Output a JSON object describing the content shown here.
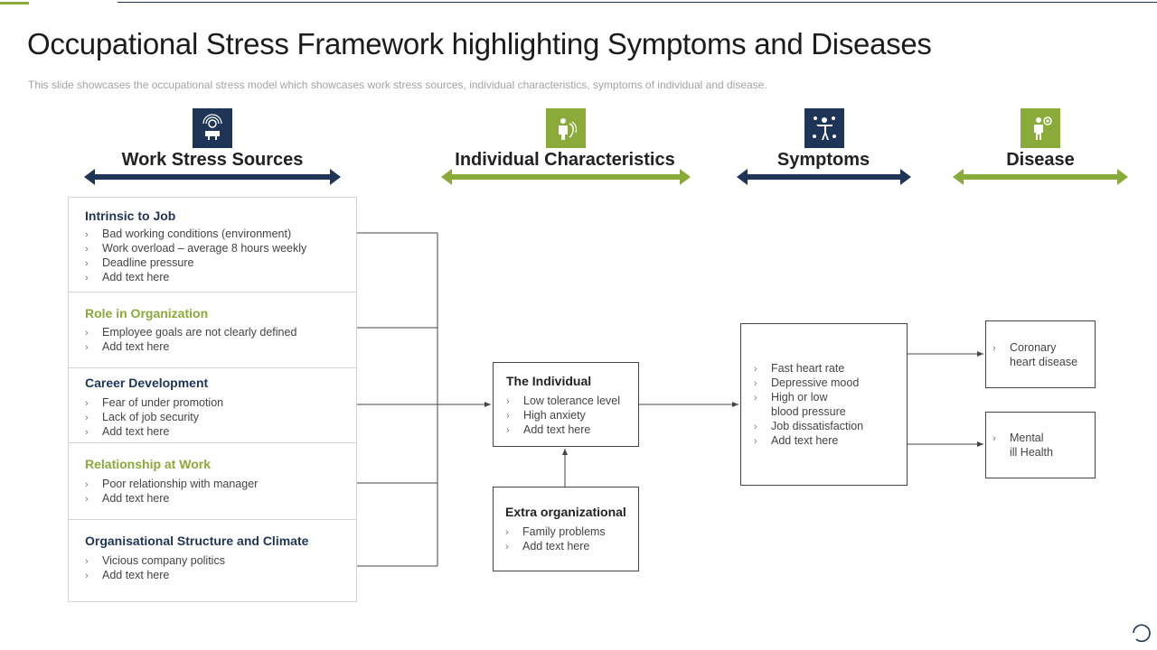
{
  "title": "Occupational Stress Framework highlighting Symptoms and Diseases",
  "subtitle": "This slide showcases the occupational stress model which showcases work stress sources, individual characteristics, symptoms of individual and disease.",
  "colors": {
    "navy": "#1f3557",
    "green": "#8aaa3a"
  },
  "columns": [
    {
      "label": "Work Stress Sources",
      "icon": "work-stress-icon",
      "color": "#1f3557"
    },
    {
      "label": "Individual Characteristics",
      "icon": "individual-icon",
      "color": "#8aaa3a"
    },
    {
      "label": "Symptoms",
      "icon": "symptoms-icon",
      "color": "#1f3557"
    },
    {
      "label": "Disease",
      "icon": "disease-icon",
      "color": "#8aaa3a"
    }
  ],
  "sources": [
    {
      "title": "Intrinsic to Job",
      "color": "navy",
      "items": [
        "Bad working conditions (environment)",
        "Work overload  –  average  8 hours weekly",
        "Deadline  pressure",
        "Add text here"
      ]
    },
    {
      "title": "Role in Organization",
      "color": "green",
      "items": [
        "Employee goals are not clearly defined",
        "Add text here"
      ]
    },
    {
      "title": "Career Development",
      "color": "navy",
      "items": [
        "Fear of under promotion",
        "Lack of job security",
        "Add text here"
      ]
    },
    {
      "title": "Relationship at Work",
      "color": "green",
      "items": [
        "Poor relationship with manager",
        "Add text here"
      ]
    },
    {
      "title": "Organisational Structure and Climate",
      "color": "navy",
      "items": [
        "Vicious company politics",
        "Add text here"
      ]
    }
  ],
  "individual": {
    "title": "The Individual",
    "items": [
      "Low tolerance level",
      "High anxiety",
      "Add text here"
    ]
  },
  "extra": {
    "title": "Extra organizational",
    "items": [
      "Family problems",
      "Add text here"
    ]
  },
  "symptoms": {
    "items": [
      "Fast heart rate",
      "Depressive  mood",
      "High or low",
      "Job dissatisfaction",
      "Add text here"
    ],
    "continuation": "blood pressure"
  },
  "diseases": [
    {
      "lines": [
        "Coronary",
        "heart disease"
      ]
    },
    {
      "lines": [
        "Mental",
        "ill Health"
      ]
    }
  ],
  "bullet_glyph": "›"
}
